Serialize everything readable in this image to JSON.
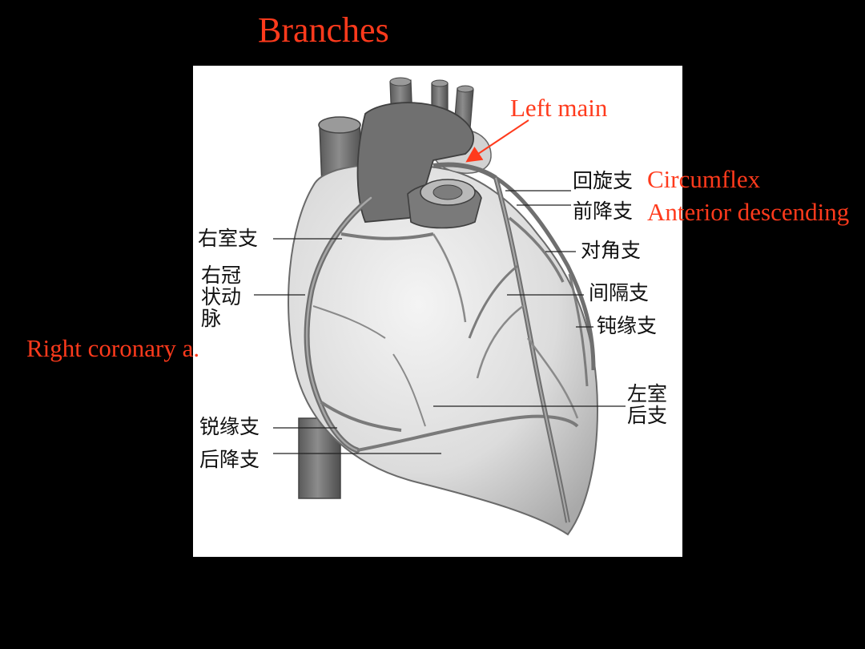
{
  "slide": {
    "title": "Branches",
    "background_color": "#000000",
    "accent_color": "#ff3a1c"
  },
  "figure": {
    "image_subject": "heart-anterior-view-illustration",
    "cn_labels": {
      "circumflex": "回旋支",
      "anterior_descending": "前降支",
      "right_ventricular_branch": "右室支",
      "right_coronary_artery": "右冠状动脉",
      "diagonal_branch": "对角支",
      "septal_branch": "间隔支",
      "obtuse_marginal_branch": "钝缘支",
      "acute_marginal_branch": "锐缘支",
      "posterior_descending": "后降支",
      "left_ventricular_posterior_branch": "左室后支"
    }
  },
  "annotations": {
    "left_main": "Left main",
    "circumflex": "Circumflex",
    "anterior_descending": "Anterior descending",
    "right_coronary": "Right coronary a."
  }
}
